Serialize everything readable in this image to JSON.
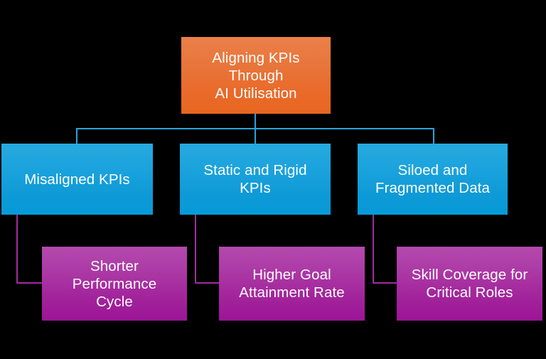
{
  "diagram": {
    "title": "Aligning KPIs Through AI Utilisation",
    "type": "hierarchy-tree",
    "background_color": "#000000",
    "colors": {
      "root_fill_top": "#EA8048",
      "root_fill_bottom": "#E8661F",
      "level2_fill_top": "#27A9DF",
      "level2_fill_bottom": "#069AD8",
      "level3_fill_top": "#B449AD",
      "level3_fill_bottom": "#9C1496",
      "connector_blue": "#2AA3DC",
      "connector_magenta": "#A32A9E",
      "text": "#FFFFFF"
    },
    "root": {
      "label": "Aligning KPIs Through\nAI Utilisation"
    },
    "branches": [
      {
        "problem_label": "Misaligned KPIs",
        "outcome_label": "Shorter Performance\nCycle"
      },
      {
        "problem_label": "Static and Rigid KPIs",
        "outcome_label": "Higher Goal\nAttainment Rate"
      },
      {
        "problem_label": "Siloed and\nFragmented Data",
        "outcome_label": "Skill Coverage for\nCritical Roles"
      }
    ]
  }
}
